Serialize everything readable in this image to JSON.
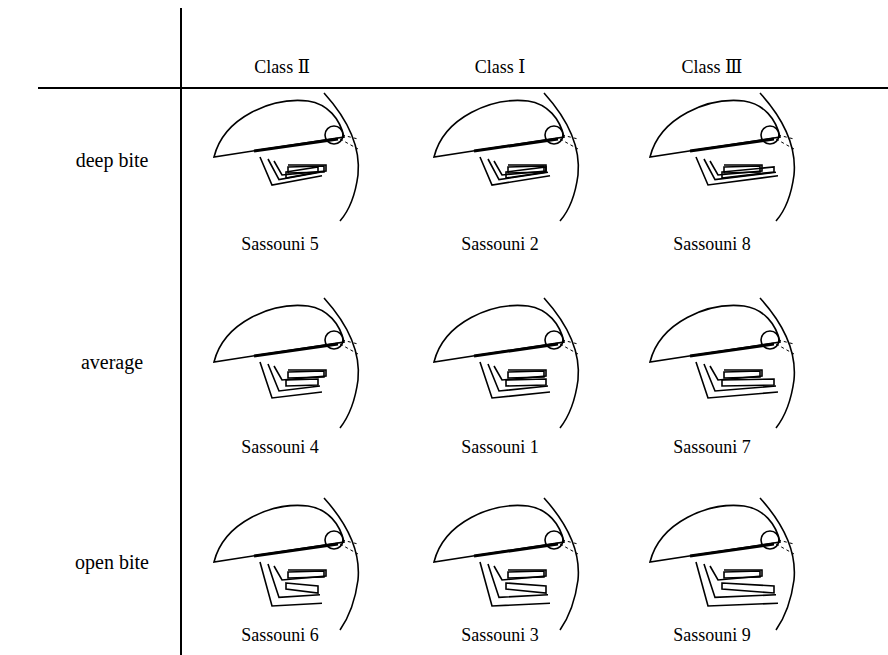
{
  "diagram": {
    "labels": [
      "Class Ⅱ",
      "Class Ⅰ",
      "Class Ⅲ",
      "deep bite",
      "Sassouni 5",
      "Sassouni 2",
      "Sassouni 8",
      "average",
      "Sassouni 4",
      "Sassouni 1",
      "Sassouni 7",
      "open bite",
      "Sassouni 6",
      "Sassouni 3",
      "Sassouni 9"
    ]
  }
}
